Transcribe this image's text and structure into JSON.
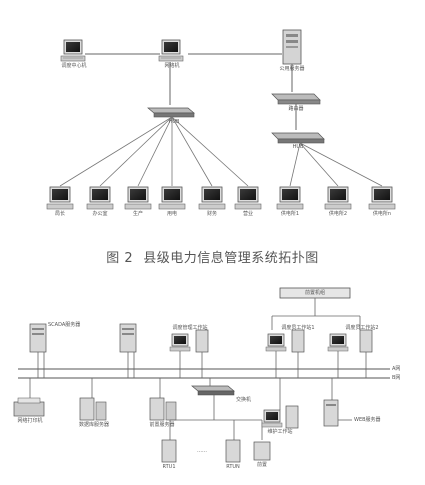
{
  "caption": {
    "figure_no": "图 2",
    "title": "县级电力信息管理系统拓扑图"
  },
  "top_diagram": {
    "servers_row": [
      {
        "label": "调度中心机"
      },
      {
        "label": "网络机"
      },
      {
        "label": "公用服务器"
      }
    ],
    "router_label": "路由器",
    "hub_label": "HUB",
    "switch_right_label": "HUB",
    "workstations": [
      "局长",
      "办公室",
      "生产",
      "用电",
      "财务",
      "营业",
      "供电所1",
      "供电所2",
      "供电所n"
    ]
  },
  "bottom_diagram": {
    "top_box": "前置机组",
    "scada_label": "SCADA服务器",
    "workstation_labels": [
      "调度管理工作站",
      "调度员工作站1",
      "调度员工作站2"
    ],
    "network_a": "A网",
    "network_b": "B网",
    "bottom_devices": [
      "网络打印机",
      "数据库服务器",
      "前置服务器"
    ],
    "switch_label": "交换机",
    "maint_label": "维护工作站",
    "web_label": "WEB服务器",
    "rtu_labels": [
      "RTU1",
      "……",
      "RTUN",
      "前置"
    ]
  }
}
